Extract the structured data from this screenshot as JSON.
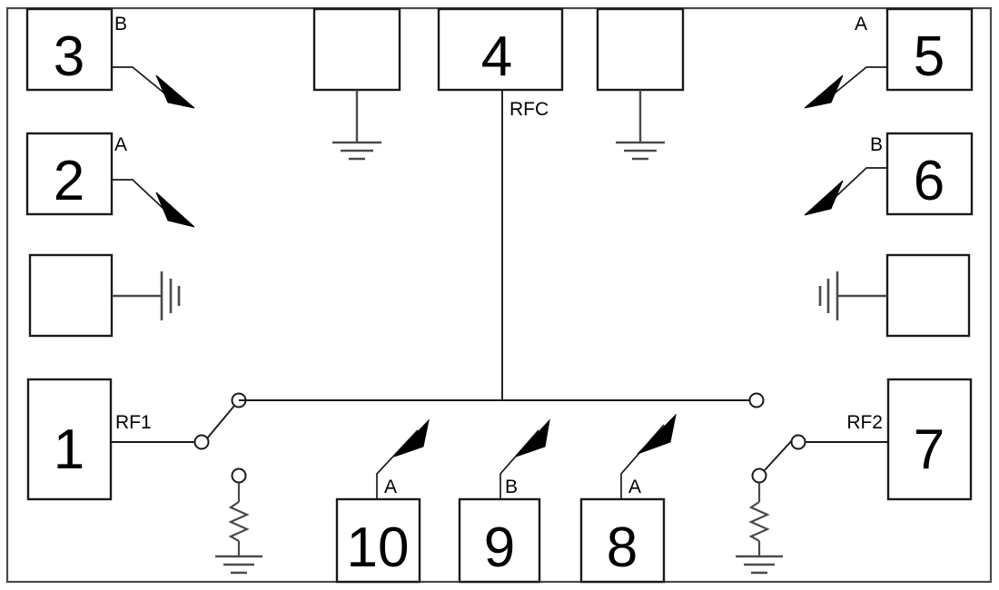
{
  "diagram": {
    "title": "RF switch schematic with numbered callouts",
    "frame": {
      "stroke": "#444444",
      "fill": "#ffffff"
    },
    "colors": {
      "line": "#1a1a1a",
      "text": "#000000",
      "frame": "#4a4a4a",
      "arrow": "#000000"
    }
  },
  "callouts": [
    {
      "id": "1",
      "number": "1",
      "port": "RF1",
      "name": "callout-box-1"
    },
    {
      "id": "2",
      "number": "2",
      "port": "A",
      "name": "callout-box-2"
    },
    {
      "id": "3",
      "number": "3",
      "port": "B",
      "name": "callout-box-3"
    },
    {
      "id": "4",
      "number": "4",
      "port": "RFC",
      "name": "callout-box-4"
    },
    {
      "id": "5",
      "number": "5",
      "port": "A",
      "name": "callout-box-5"
    },
    {
      "id": "6",
      "number": "6",
      "port": "B",
      "name": "callout-box-6"
    },
    {
      "id": "7",
      "number": "7",
      "port": "RF2",
      "name": "callout-box-7"
    },
    {
      "id": "8",
      "number": "8",
      "port": "A",
      "name": "callout-box-8"
    },
    {
      "id": "9",
      "number": "9",
      "port": "B",
      "name": "callout-box-9"
    },
    {
      "id": "10",
      "number": "10",
      "port": "A",
      "name": "callout-box-10"
    }
  ],
  "labels": {
    "rfc": "RFC",
    "rf1": "RF1",
    "rf2": "RF2",
    "a_top_left": "A",
    "b_top_left": "B",
    "a_top_right": "A",
    "b_top_right": "B",
    "a_bottom_left": "A",
    "b_bottom_center": "B",
    "a_bottom_right": "A"
  },
  "symbols": {
    "ground_down_left": "ground-symbol",
    "ground_down_right": "ground-symbol",
    "ground_rotated_left": "rotated-ground-symbol",
    "ground_rotated_right": "rotated-ground-symbol",
    "resistor_left": "resistor-symbol",
    "resistor_right": "resistor-symbol",
    "switch_left": "spdt-switch",
    "switch_right": "spdt-switch"
  }
}
